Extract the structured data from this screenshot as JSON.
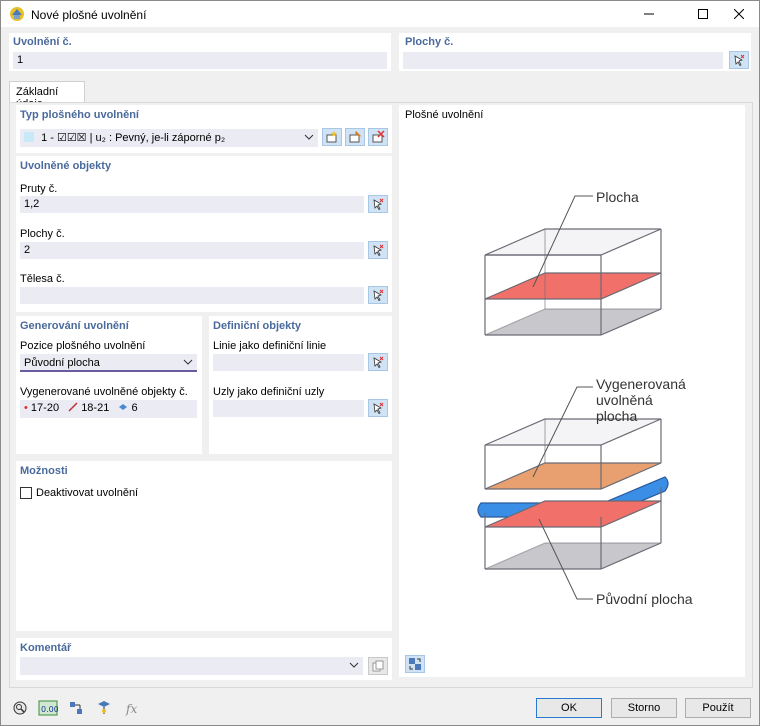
{
  "window": {
    "title": "Nové plošné uvolnění"
  },
  "header": {
    "release_no_label": "Uvolnění č.",
    "release_no_value": "1",
    "surfaces_no_label": "Plochy č.",
    "surfaces_no_value": ""
  },
  "tabs": [
    {
      "label": "Základní údaje"
    }
  ],
  "release_type": {
    "title": "Typ plošného uvolnění",
    "selected": "1 - ☑☑☒ | u₂ : Pevný, je-li záporné p₂"
  },
  "released_objects": {
    "title": "Uvolněné objekty",
    "members_label": "Pruty č.",
    "members_value": "1,2",
    "surfaces_label": "Plochy č.",
    "surfaces_value": "2",
    "solids_label": "Tělesa č.",
    "solids_value": ""
  },
  "generation": {
    "title": "Generování uvolnění",
    "position_label": "Pozice plošného uvolnění",
    "position_value": "Původní plocha",
    "generated_label": "Vygenerované uvolněné objekty č.",
    "nodes": "17-20",
    "lines": "18-21",
    "surfaces": "6"
  },
  "definition_objects": {
    "title": "Definiční objekty",
    "lines_label": "Linie jako definiční linie",
    "lines_value": "",
    "nodes_label": "Uzly jako definiční uzly",
    "nodes_value": ""
  },
  "options": {
    "title": "Možnosti",
    "deactivate_label": "Deaktivovat uvolnění",
    "deactivate_checked": false
  },
  "comment": {
    "title": "Komentář",
    "value": ""
  },
  "illustration": {
    "title": "Plošné uvolnění",
    "label_top": "Plocha",
    "label_generated_1": "Vygenerovaná",
    "label_generated_2": "uvolněná",
    "label_generated_3": "plocha",
    "label_original": "Původní plocha"
  },
  "buttons": {
    "ok": "OK",
    "cancel": "Storno",
    "apply": "Použít"
  },
  "colors": {
    "accent_title": "#4a6a9c",
    "red_surface": "#f2706a",
    "blue_release": "#3b8ee6",
    "orange_surface": "#e8a070"
  }
}
